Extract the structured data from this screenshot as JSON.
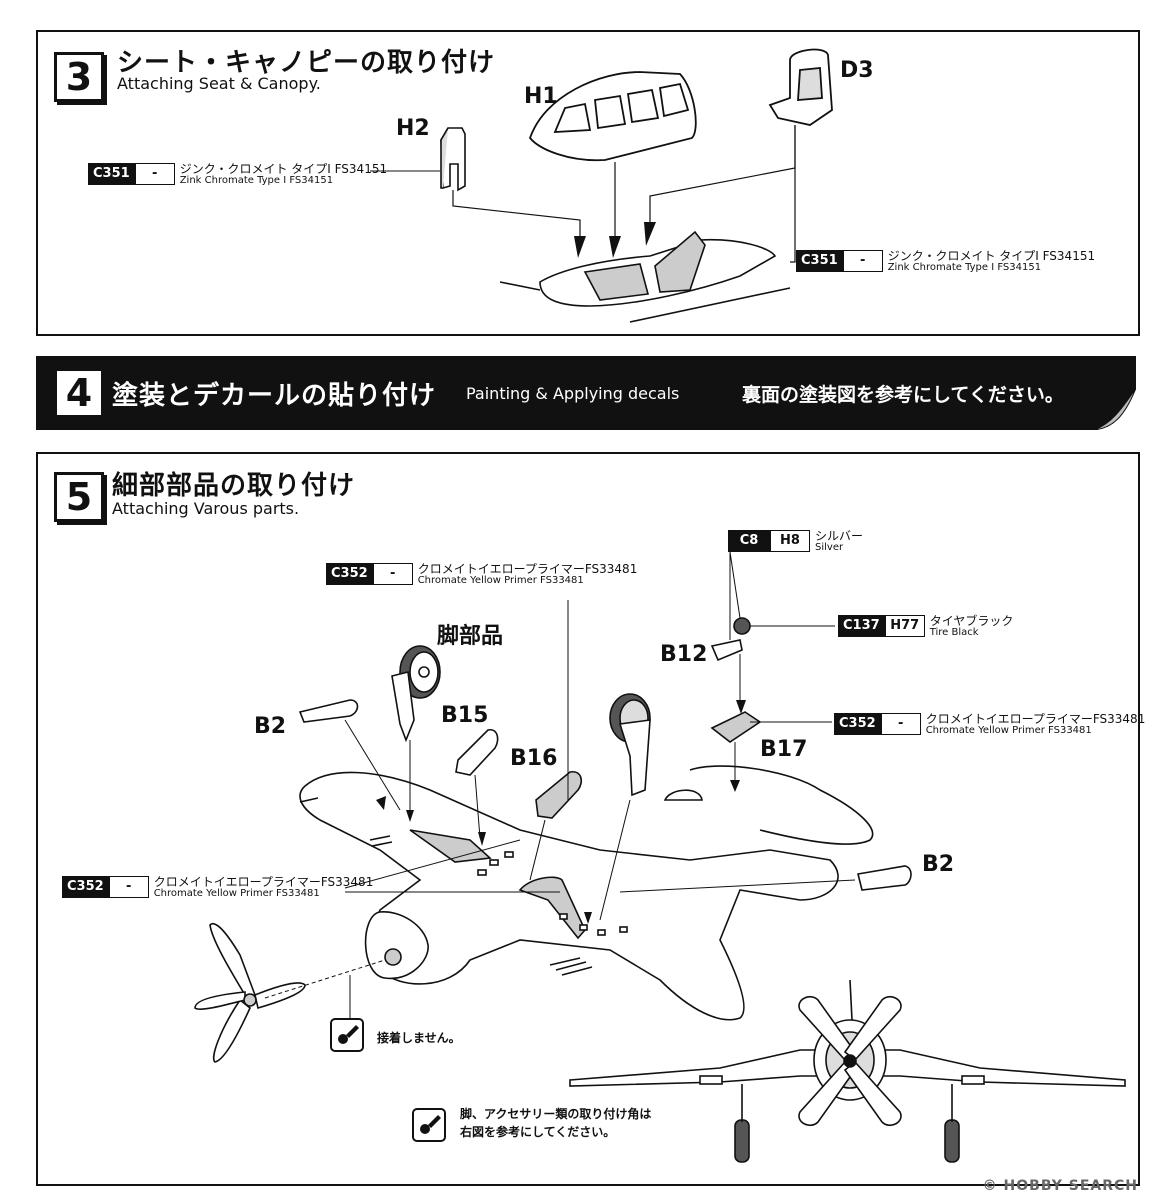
{
  "step3": {
    "number": "3",
    "title_jp": "シート・キャノピーの取り付け",
    "title_en": "Attaching Seat & Canopy.",
    "parts": {
      "h1": "H1",
      "h2": "H2",
      "d3": "D3"
    },
    "paint_h2": {
      "code1": "C351",
      "code2": "-",
      "jp": "ジンク・クロメイト タイプⅠ FS34151",
      "en": "Zink Chromate Type I FS34151"
    },
    "paint_body": {
      "code1": "C351",
      "code2": "-",
      "jp": "ジンク・クロメイト タイプⅠ FS34151",
      "en": "Zink Chromate Type I FS34151"
    }
  },
  "step4": {
    "number": "4",
    "title_jp": "塗装とデカールの貼り付け",
    "title_en": "Painting & Applying decals",
    "note_jp": "裏面の塗装図を参考にしてください。"
  },
  "step5": {
    "number": "5",
    "title_jp": "細部部品の取り付け",
    "title_en": "Attaching Varous parts.",
    "leg_parts_label": "脚部品",
    "parts": {
      "b2_left": "B2",
      "b2_right": "B2",
      "b15": "B15",
      "b16": "B16",
      "b12": "B12",
      "b17": "B17"
    },
    "paint_top": {
      "code1": "C352",
      "code2": "-",
      "jp": "クロメイトイエロープライマーFS33481",
      "en": "Chromate Yellow Primer FS33481"
    },
    "paint_silver": {
      "code1": "C8",
      "code2": "H8",
      "jp": "シルバー",
      "en": "Silver"
    },
    "paint_tire": {
      "code1": "C137",
      "code2": "H77",
      "jp": "タイヤブラック",
      "en": "Tire Black"
    },
    "paint_b17": {
      "code1": "C352",
      "code2": "-",
      "jp": "クロメイトイエロープライマーFS33481",
      "en": "Chromate Yellow Primer FS33481"
    },
    "paint_left": {
      "code1": "C352",
      "code2": "-",
      "jp": "クロメイトイエロープライマーFS33481",
      "en": "Chromate Yellow Primer FS33481"
    },
    "note_noglue": "接着しません。",
    "note_angle_line1": "脚、アクセサリー類の取り付け角は",
    "note_angle_line2": "右図を参考にしてください。"
  },
  "watermark": "© HOBBY SEARCH"
}
